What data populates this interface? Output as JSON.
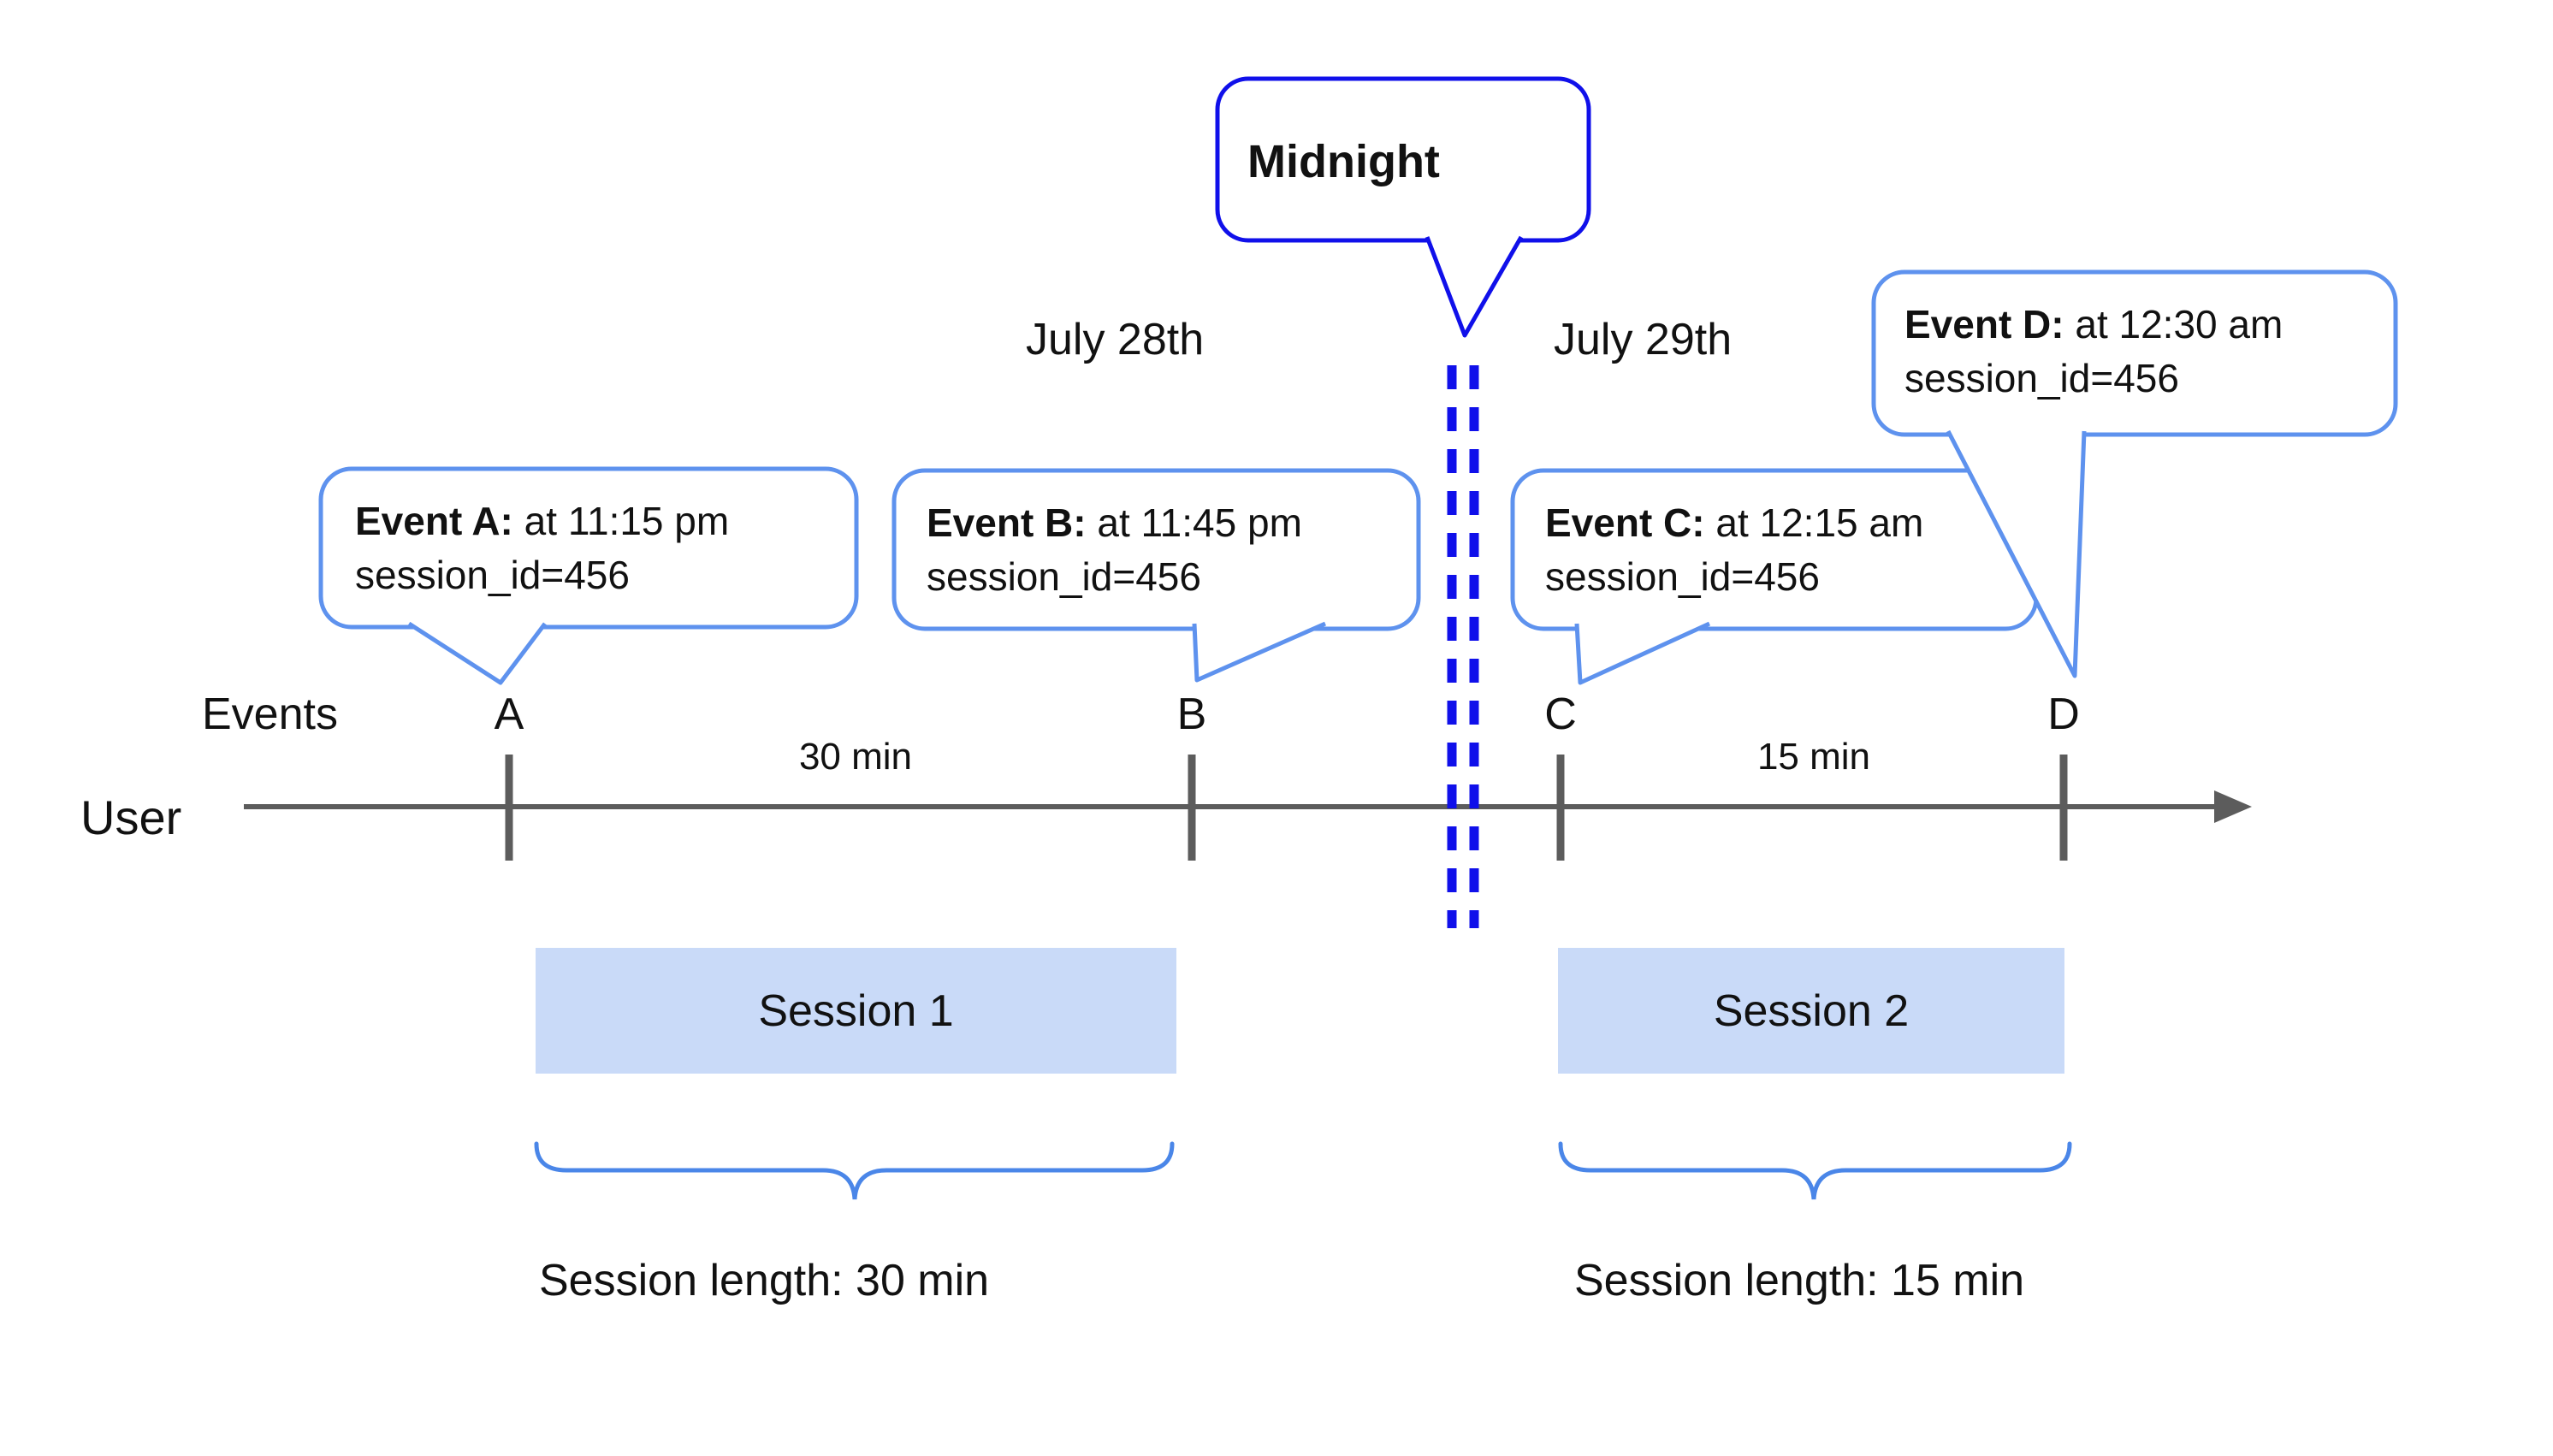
{
  "colors": {
    "blue-dark": "#1010ea",
    "blue-mid": "#4a86e8",
    "blue-light": "#5e92ee",
    "session-fill": "#c9daf8",
    "axis-gray": "#5c5c5c",
    "text": "#111111",
    "bg": "#ffffff"
  },
  "midnight": {
    "label": "Midnight"
  },
  "dates": {
    "before": "July 28th",
    "after": "July 29th"
  },
  "axis": {
    "row_label": "Events",
    "line_label": "User"
  },
  "events": [
    {
      "label": "A",
      "title": "Event A:",
      "time": " at 11:15 pm",
      "session": "session_id=456"
    },
    {
      "label": "B",
      "title": "Event B:",
      "time": " at 11:45 pm",
      "session": "session_id=456"
    },
    {
      "label": "C",
      "title": "Event C:",
      "time": " at 12:15 am",
      "session": "session_id=456"
    },
    {
      "label": "D",
      "title": "Event D:",
      "time": " at 12:30 am",
      "session": "session_id=456"
    }
  ],
  "intervals": {
    "first": "30 min",
    "second": "15 min"
  },
  "sessions": [
    {
      "name": "Session 1",
      "length": "Session length: 30 min"
    },
    {
      "name": "Session 2",
      "length": "Session length: 15 min"
    }
  ]
}
